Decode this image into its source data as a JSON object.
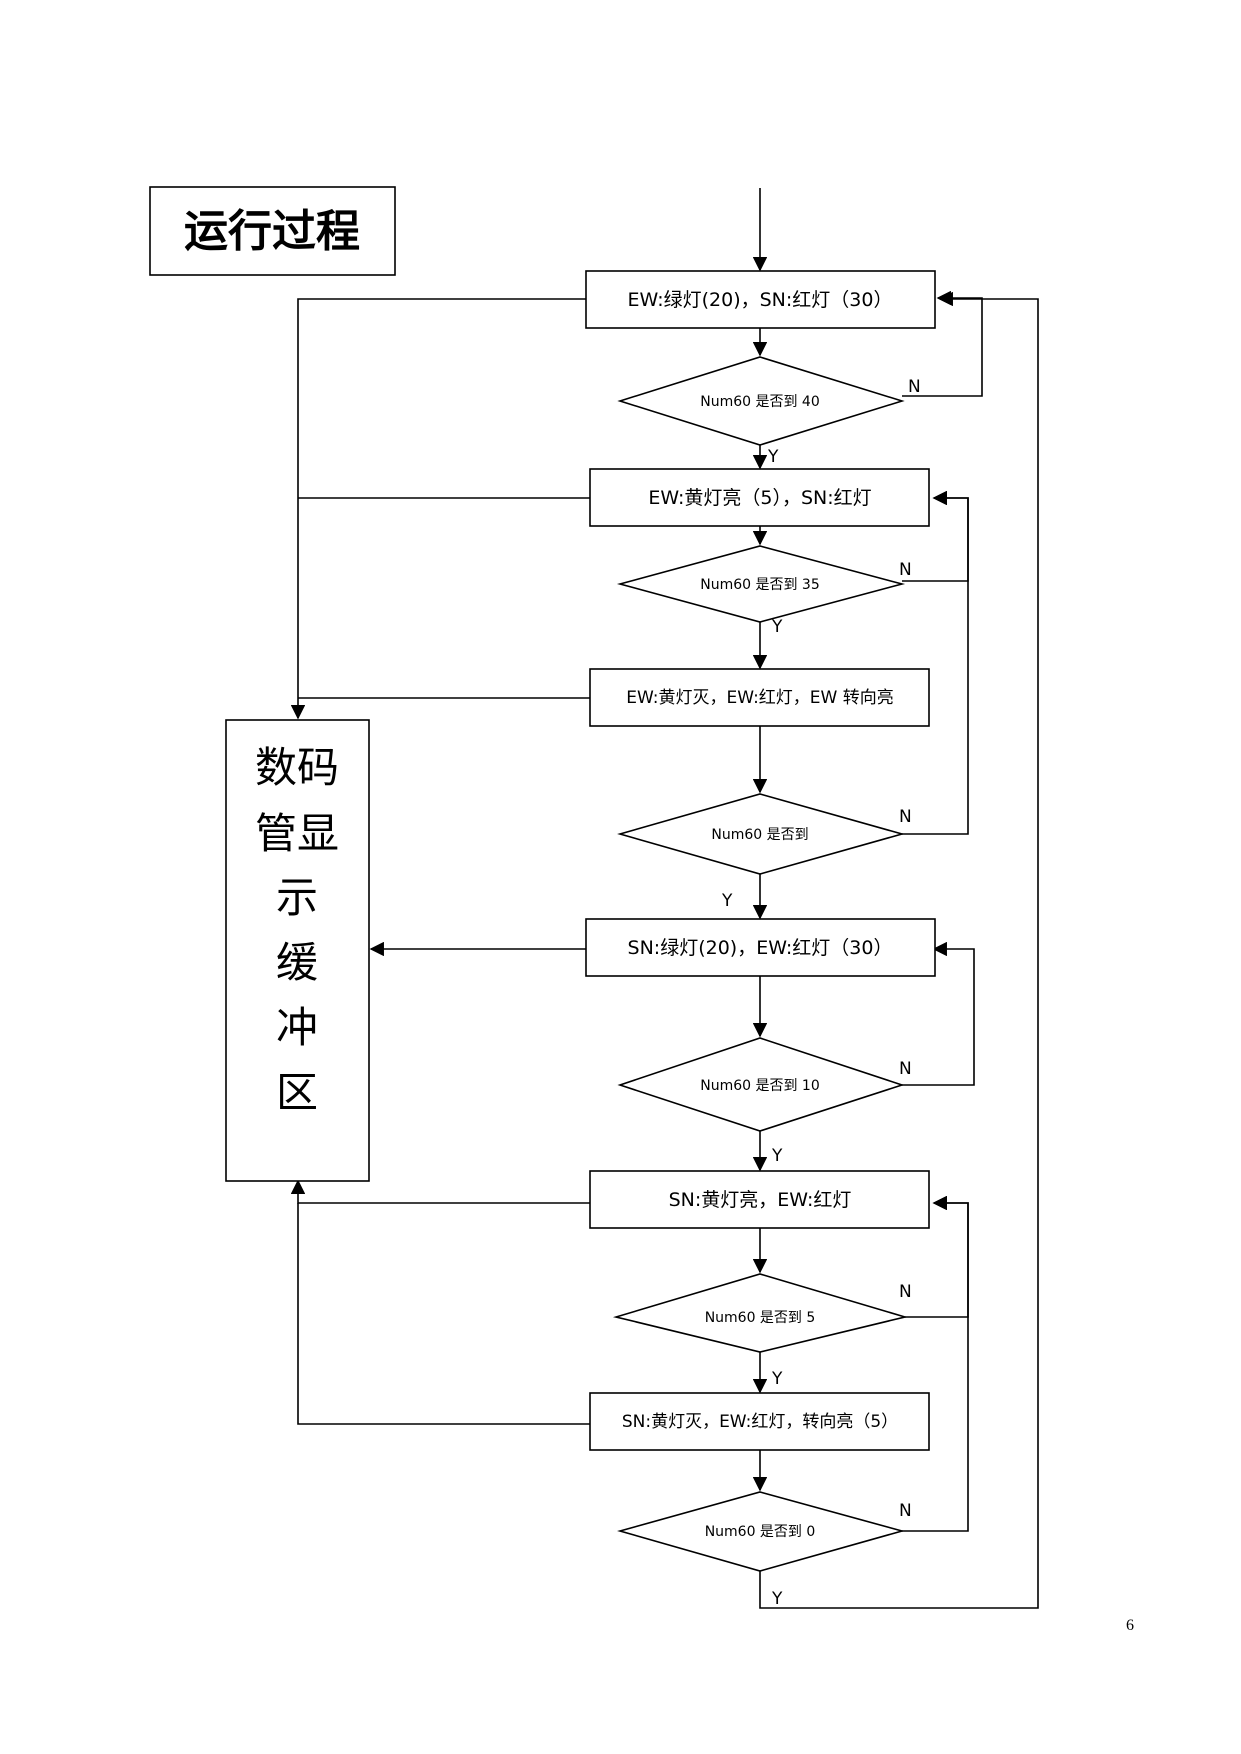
{
  "title": "运行过程",
  "buffer_label": [
    "数码",
    "管显",
    "示",
    "缓",
    "冲",
    "区"
  ],
  "boxes": {
    "b1": "EW:绿灯(20)，SN:红灯（30）",
    "b2": "EW:黄灯亮（5），SN:红灯",
    "b3": "EW:黄灯灭，EW:红灯，EW 转向亮",
    "b4": "SN:绿灯(20)，EW:红灯（30）",
    "b5": "SN:黄灯亮，EW:红灯",
    "b6": "SN:黄灯灭，EW:红灯，转向亮（5）"
  },
  "decisions": {
    "d1": "Num60 是否到 40",
    "d2": "Num60 是否到 35",
    "d3": "Num60 是否到",
    "d4": "Num60 是否到 10",
    "d5": "Num60 是否到 5",
    "d6": "Num60 是否到 0"
  },
  "branch": {
    "yes": "Y",
    "no": "N"
  },
  "page_number": "6"
}
